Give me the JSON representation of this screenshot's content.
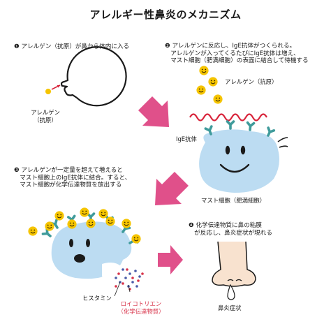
{
  "title": "アレルギー性鼻炎のメカニズム",
  "steps": [
    {
      "number": "❶",
      "lines": [
        "アレルゲン（抗原）が鼻から体内に入る"
      ]
    },
    {
      "number": "❷",
      "lines": [
        "アレルゲンに反応し、IgE抗体がつくられる。",
        "アレルゲンが入ってくるたびにIgE抗体は増え、",
        "マスト細胞（肥満細胞）の表面に結合して待機する"
      ]
    },
    {
      "number": "❸",
      "lines": [
        "アレルゲンが一定量を超えて増えると",
        "マスト細胞上のIgE抗体に結合。すると、",
        "マスト細胞が化学伝達物質を放出する"
      ]
    },
    {
      "number": "❹",
      "lines": [
        "化学伝達物質に鼻の粘膜",
        "が反応し、鼻炎症状が現れる"
      ]
    }
  ],
  "labels": {
    "allergen_small": [
      "アレルゲン",
      "（抗原）"
    ],
    "allergen_2": "アレルゲン（抗原）",
    "ige_antibody": "IgE抗体",
    "mast_cell": "マスト細胞（肥満細胞）",
    "histamine": "ヒスタミン",
    "leukotriene": [
      "ロイコトリエン",
      "（化学伝達物質）"
    ],
    "rhinitis": "鼻炎症状"
  },
  "colors": {
    "allergen": "#f5c400",
    "antibody": "#3f9b9b",
    "wave": "#d8233a",
    "cell": "#bcdcf2",
    "arrow": "#e0508a",
    "histamine_dots": "#4a5aa8",
    "leukotriene_dots": "#d8334a",
    "nose": "#f8e2cf"
  }
}
